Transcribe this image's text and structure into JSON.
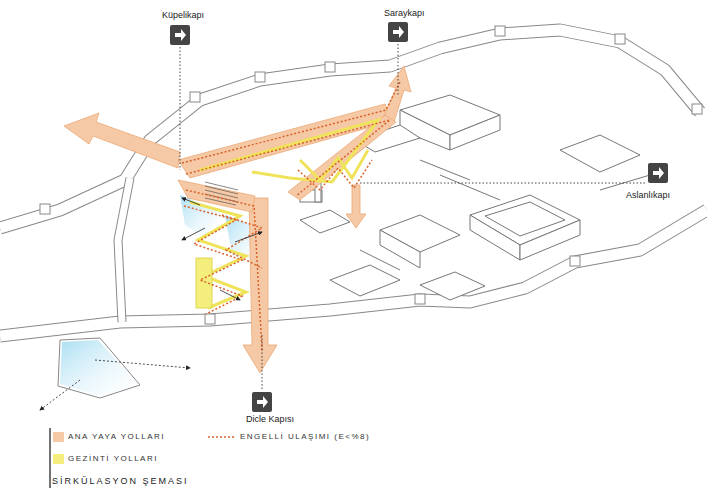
{
  "diagram": {
    "caption": "SİRKÜLASYON ŞEMASI",
    "labels": [
      "Küpelikapı",
      "Saraykapı",
      "Aslanlıkapı",
      "Dicle Kapısı"
    ],
    "legend": [
      {
        "text": "ANA YAYA YOLLARI",
        "color": "#f6c9a6"
      },
      {
        "text": "GEZİNTİ YOLLARI",
        "color": "#f4ee7c"
      },
      {
        "text": "ENGELLİ ULAŞIMI (E<%8)"
      }
    ]
  }
}
